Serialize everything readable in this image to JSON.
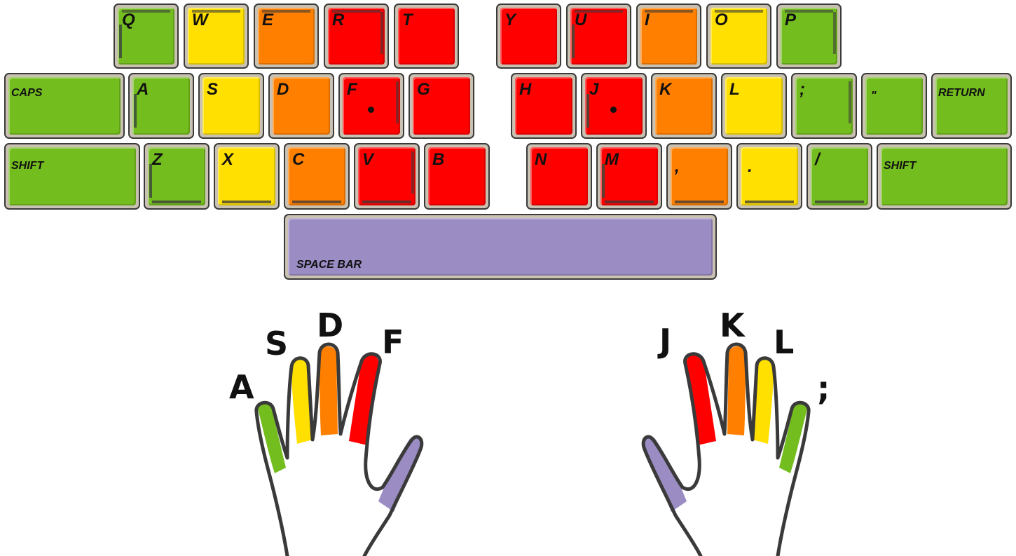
{
  "colors": {
    "pinky": "#74bd1f",
    "ring": "#ffe000",
    "middle": "#ff8000",
    "index": "#ff0000",
    "thumb": "#9b8cc3"
  },
  "keyboard": {
    "row1": [
      "Q",
      "W",
      "E",
      "R",
      "T",
      "Y",
      "U",
      "I",
      "O",
      "P"
    ],
    "row2": [
      "CAPS",
      "A",
      "S",
      "D",
      "F",
      "G",
      "H",
      "J",
      "K",
      "L",
      ";",
      "\"",
      "RETURN"
    ],
    "row3": [
      "SHIFT",
      "Z",
      "X",
      "C",
      "V",
      "B",
      "N",
      "M",
      ",",
      ".",
      "/",
      "SHIFT"
    ],
    "space": "SPACE BAR"
  },
  "hands": {
    "left": [
      "A",
      "S",
      "D",
      "F"
    ],
    "right": [
      "J",
      "K",
      "L",
      ";"
    ]
  }
}
